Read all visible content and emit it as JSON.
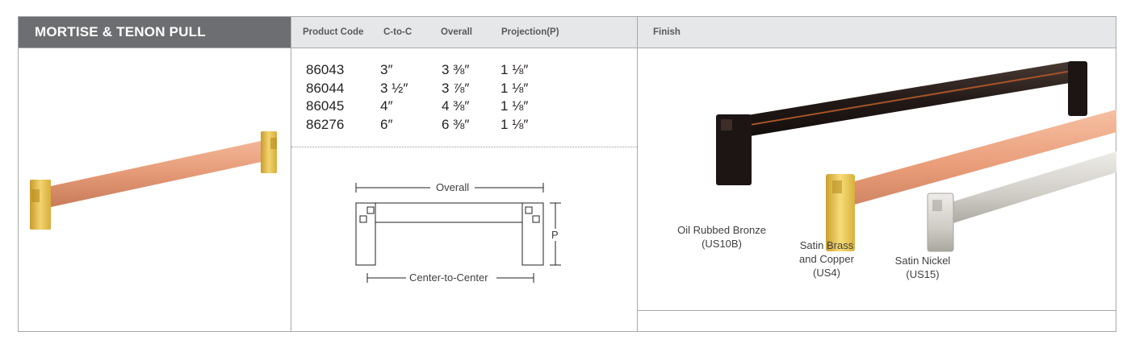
{
  "product": {
    "title": "MORTISE & TENON PULL"
  },
  "table": {
    "headers": {
      "code": "Product Code",
      "ctc": "C-to-C",
      "overall": "Overall",
      "projection": "Projection(P)"
    },
    "rows": [
      {
        "code": "86043",
        "ctc": "3″",
        "overall": "3 ⅜″",
        "projection": "1 ⅛″"
      },
      {
        "code": "86044",
        "ctc": "3 ½″",
        "overall": "3 ⅞″",
        "projection": "1 ⅛″"
      },
      {
        "code": "86045",
        "ctc": "4″",
        "overall": "4 ⅜″",
        "projection": "1 ⅛″"
      },
      {
        "code": "86276",
        "ctc": "6″",
        "overall": "6 ⅜″",
        "projection": "1 ⅛″"
      }
    ]
  },
  "diagram": {
    "overall_label": "Overall",
    "center_label": "Center-to-Center",
    "projection_label": "P"
  },
  "finish": {
    "header": "Finish",
    "items": [
      {
        "line1": "Oil Rubbed Bronze",
        "line2": "(US10B)",
        "line3": ""
      },
      {
        "line1": "Satin Brass",
        "line2": "and Copper",
        "line3": "(US4)"
      },
      {
        "line1": "Satin Nickel",
        "line2": "(US15)",
        "line3": ""
      }
    ]
  },
  "colors": {
    "header_dark": "#6d6e71",
    "header_light": "#e6e7e8",
    "border": "#a7a9ac",
    "copper": "#e9a07f",
    "brass": "#e4c04a",
    "bronze": "#2b2220",
    "nickel": "#d3d0cb"
  }
}
